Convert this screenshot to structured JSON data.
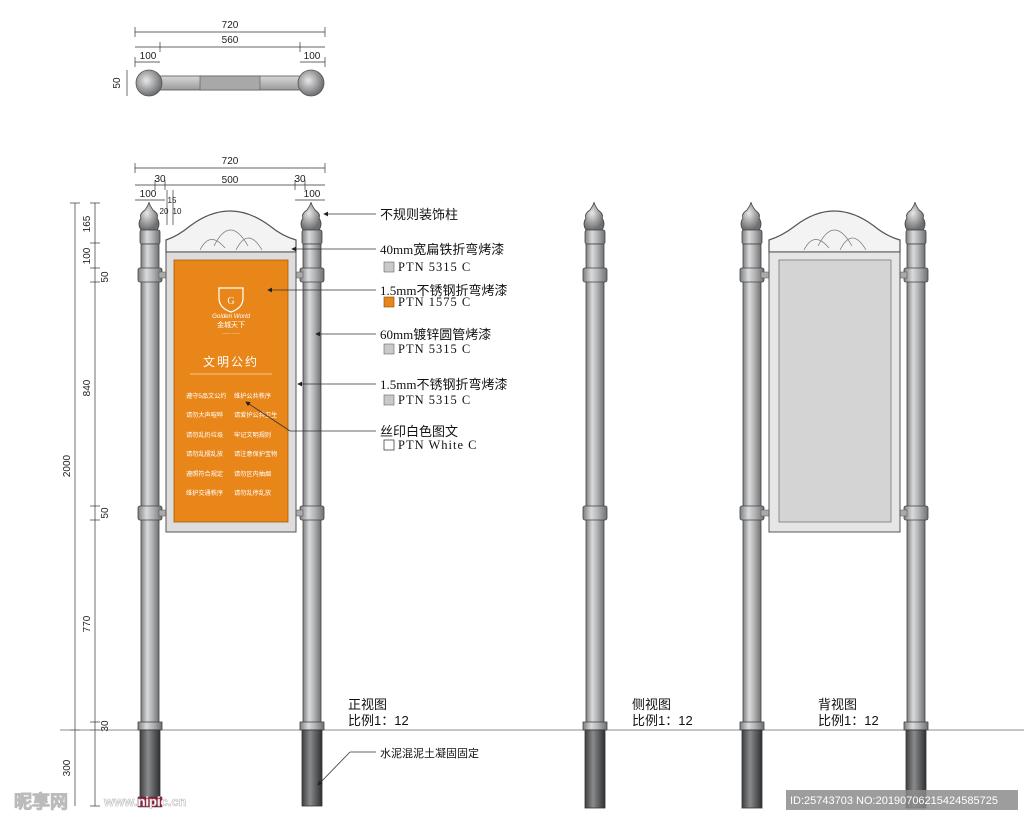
{
  "colors": {
    "orange": "#E8861A",
    "steel": "#B9BABC",
    "steel_dark": "#8E8F91",
    "white_swatch": "#FFFFFF"
  },
  "top_view": {
    "dim_overall": "720",
    "dim_mid": "560",
    "dim_left": "100",
    "dim_right": "100",
    "dim_depth": "50"
  },
  "front_view": {
    "dim_overall": "720",
    "dim_board": "500",
    "dim_left_post": "100",
    "dim_right_post": "100",
    "dim_left_gap": "30",
    "dim_right_gap": "30",
    "dim_small_a": "15",
    "dim_small_b": "20",
    "dim_small_c": "10",
    "vertical_dims": [
      "165",
      "100",
      "50",
      "840",
      "50",
      "770",
      "30",
      "300"
    ],
    "total_height": "2000",
    "title": "正视图",
    "scale": "比例1：12"
  },
  "board": {
    "logo_line1": "Golden World",
    "logo_cn": "金城天下",
    "logo_sub": "—— ——",
    "title": "文明公约",
    "rows": [
      [
        "遵守5品文公约",
        "维护公共秩序"
      ],
      [
        "请勿大声喧哗",
        "请爱护公共卫生"
      ],
      [
        "请勿乱扔垃圾",
        "牢记文明规则"
      ],
      [
        "请勿乱摆乱放",
        "请注意保护宝物"
      ],
      [
        "遵照符合规定",
        "请勿区内抽烟"
      ],
      [
        "维护交通秩序",
        "请勿乱停乱放"
      ]
    ]
  },
  "callouts": [
    {
      "label": "不规则装饰柱",
      "code": ""
    },
    {
      "label": "40mm宽扁铁折弯烤漆",
      "code": "PTN 5315 C",
      "swatch": "#C9C9C9"
    },
    {
      "label": "1.5mm不锈钢折弯烤漆",
      "code": "PTN 1575 C",
      "swatch": "#E8861A"
    },
    {
      "label": "60mm镀锌圆管烤漆",
      "code": "PTN 5315 C",
      "swatch": "#C9C9C9"
    },
    {
      "label": "1.5mm不锈钢折弯烤漆",
      "code": "PTN 5315 C",
      "swatch": "#C9C9C9"
    },
    {
      "label": "丝印白色图文",
      "code": "PTN White C",
      "swatch": "#FFFFFF"
    }
  ],
  "foundation_note": "水泥混泥土凝固固定",
  "side_view": {
    "title": "侧视图",
    "scale": "比例1：12"
  },
  "back_view": {
    "title": "背视图",
    "scale": "比例1：12"
  },
  "watermark": {
    "brand": "昵享网",
    "site": "www.nipic.cn",
    "id_text": "ID:25743703 NO:20190706215424585725"
  }
}
